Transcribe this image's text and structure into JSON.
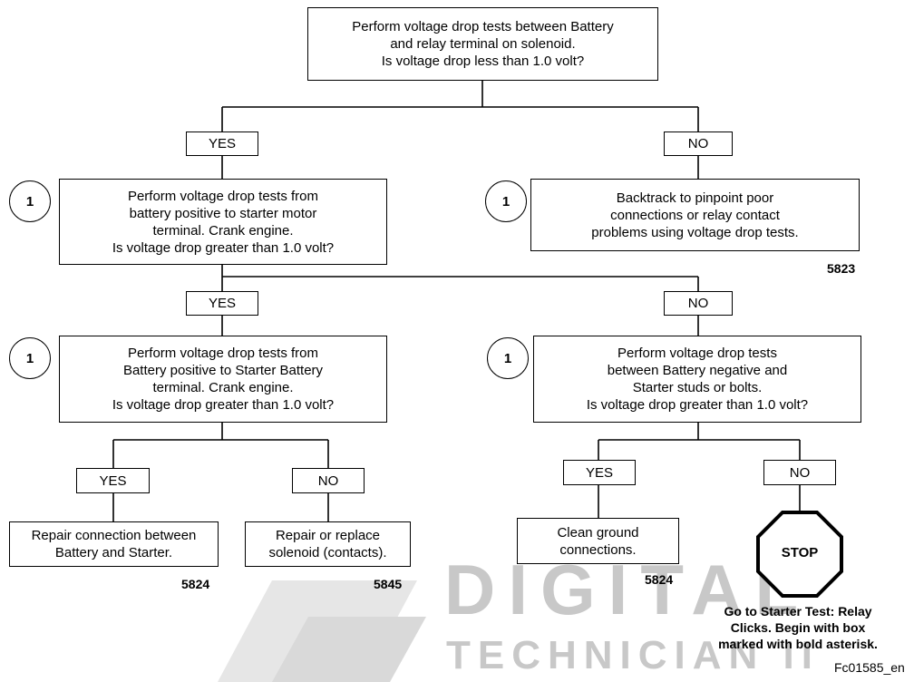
{
  "watermark": {
    "line1": "DIGITAL",
    "line2": "TECHNICIAN II"
  },
  "start": {
    "lines": [
      "Perform voltage drop tests between Battery",
      "and relay terminal on solenoid.",
      "Is voltage drop less than 1.0 volt?"
    ]
  },
  "yes1": "YES",
  "no1": "NO",
  "step1": {
    "marker": "1",
    "lines": [
      "Perform voltage drop tests from",
      "battery positive to starter motor",
      "terminal. Crank engine.",
      "Is voltage drop greater than 1.0 volt?"
    ]
  },
  "backtrack": {
    "marker": "1",
    "lines": [
      "Backtrack to pinpoint poor",
      "connections or relay contact",
      "problems using voltage drop tests."
    ],
    "code": "5823"
  },
  "yes2": "YES",
  "no2": "NO",
  "step2": {
    "marker": "1",
    "lines": [
      "Perform voltage drop tests from",
      "Battery positive to Starter Battery",
      "terminal. Crank engine.",
      "Is voltage drop greater than 1.0 volt?"
    ]
  },
  "step3": {
    "marker": "1",
    "lines": [
      "Perform voltage drop tests",
      "between Battery negative and",
      "Starter studs or bolts.",
      "Is voltage drop greater than 1.0 volt?"
    ]
  },
  "yes3": "YES",
  "no3": "NO",
  "yes4": "YES",
  "no4": "NO",
  "repair_conn": {
    "lines": [
      "Repair connection between",
      "Battery and Starter."
    ],
    "code": "5824"
  },
  "repair_solenoid": {
    "lines": [
      "Repair or replace",
      "solenoid (contacts)."
    ],
    "code": "5845"
  },
  "clean_ground": {
    "lines": [
      "Clean ground",
      "connections."
    ],
    "code": "5824"
  },
  "stop": {
    "label": "STOP",
    "color": "#000000"
  },
  "stop_note": {
    "lines": [
      "Go to Starter Test: Relay",
      "Clicks. Begin with box",
      "marked with bold asterisk."
    ]
  },
  "figure_id": "Fc01585_en"
}
